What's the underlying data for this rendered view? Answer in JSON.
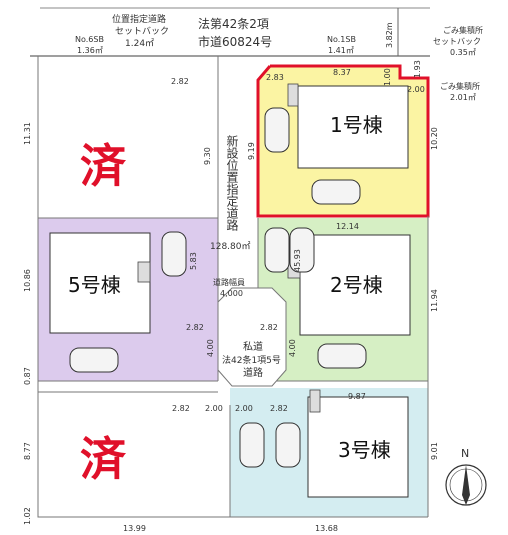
{
  "road": {
    "setback_title": "位置指定道路",
    "setback_sub": "セットバック",
    "setback_area": "1.24㎡",
    "main_title": "法第42条2項",
    "main_sub": "市道60824号",
    "no6sb_label": "No.6SB",
    "no6sb_value": "1.36㎡",
    "no1sb_label": "No.1SB",
    "no1sb_value": "1.41㎡",
    "width": "3.82m"
  },
  "garbage": {
    "setback_title": "ごみ集積所",
    "setback_sub": "セットバック",
    "setback_area": "0.35㎡",
    "site_title": "ごみ集積所",
    "site_area": "2.01㎡"
  },
  "new_road": {
    "name": "新設位置指定道路",
    "area": "128.80㎡",
    "equip_label": "道路幅員",
    "equip_value": "4,000"
  },
  "private_road": {
    "l1": "私道",
    "l2": "法42条1項5号",
    "l3": "道路"
  },
  "lots": {
    "lot1": "1号棟",
    "lot2": "2号棟",
    "lot3": "3号棟",
    "lot5": "5号棟",
    "sold": "済"
  },
  "dims": {
    "d_837": "8.37",
    "d_100": "1.00",
    "d_200": "2.00",
    "d_193": "1.93",
    "d_283": "2.83",
    "d_282": "2.82",
    "d_1131": "11.31",
    "d_930": "9.30",
    "d_919": "9.19",
    "d_1020": "10.20",
    "d_1214": "12.14",
    "d_1086": "10.86",
    "d_583": "5.83",
    "d_4593": "45.93",
    "d_1194": "11.94",
    "d_400": "4.00",
    "d_087": "0.87",
    "d_987": "9.87",
    "d_877": "8.77",
    "d_901": "9.01",
    "d_102": "1.02",
    "d_1399": "13.99",
    "d_1368": "13.68"
  },
  "compass": {
    "north": "N"
  },
  "colors": {
    "lot1": "#fbf4a3",
    "lot2": "#d6efc4",
    "lot3": "#d4edf1",
    "lot5": "#dccbed",
    "highlight": "#e0102a"
  }
}
